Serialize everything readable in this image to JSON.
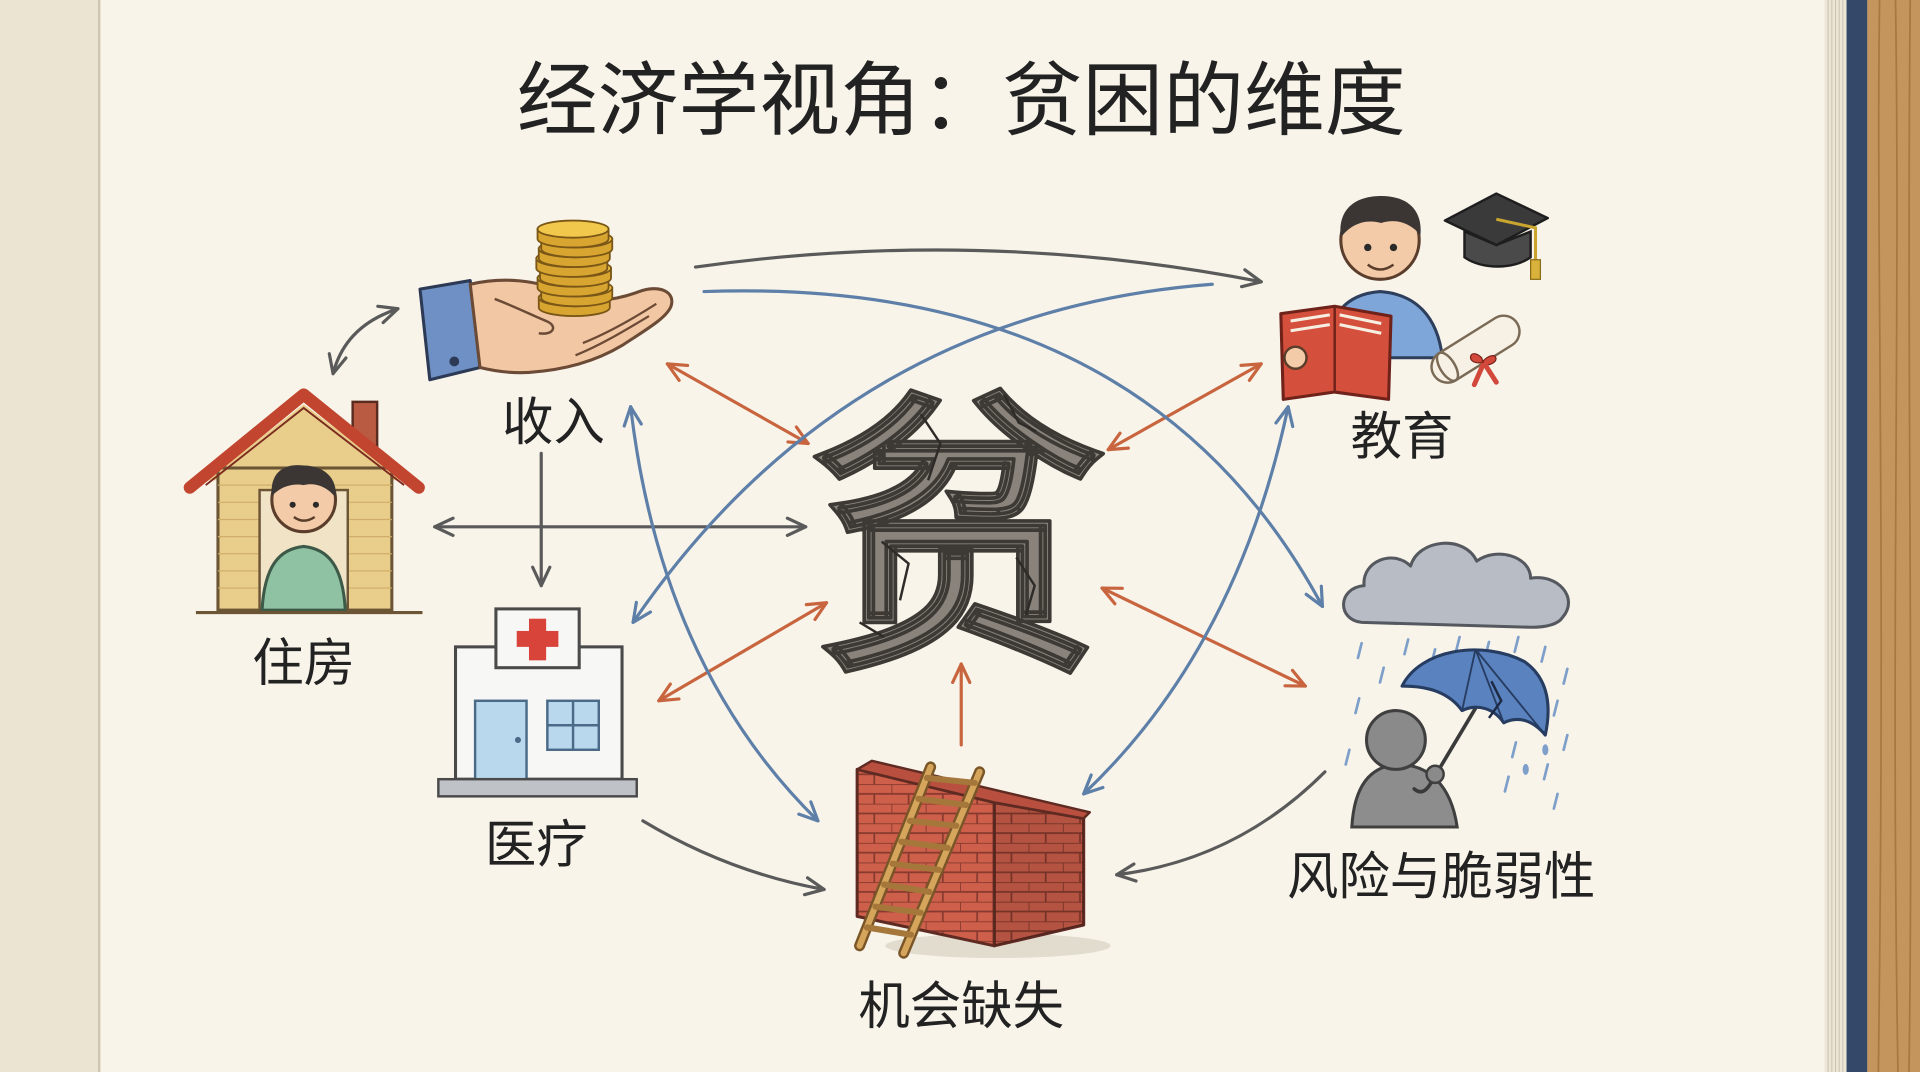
{
  "title": "经济学视角：贫困的维度",
  "center": {
    "character": "贫"
  },
  "nodes": {
    "income": {
      "label": "收入",
      "icon": "hand-with-coins-icon"
    },
    "education": {
      "label": "教育",
      "icon": "student-with-book-and-graduation-cap-icon"
    },
    "housing": {
      "label": "住房",
      "icon": "house-with-person-icon"
    },
    "healthcare": {
      "label": "医疗",
      "icon": "hospital-icon"
    },
    "opportunity": {
      "label": "机会缺失",
      "icon": "brick-wall-with-ladder-icon"
    },
    "risk": {
      "label": "风险与脆弱性",
      "icon": "person-with-broken-umbrella-in-rain-icon"
    }
  },
  "colors": {
    "paper": "#f8f4ea",
    "ink": "#222222",
    "arrow_orange": "#c8653f",
    "arrow_blue": "#5d7fa8",
    "arrow_gray": "#5a5a5a",
    "center_fill": "#8a837c"
  }
}
